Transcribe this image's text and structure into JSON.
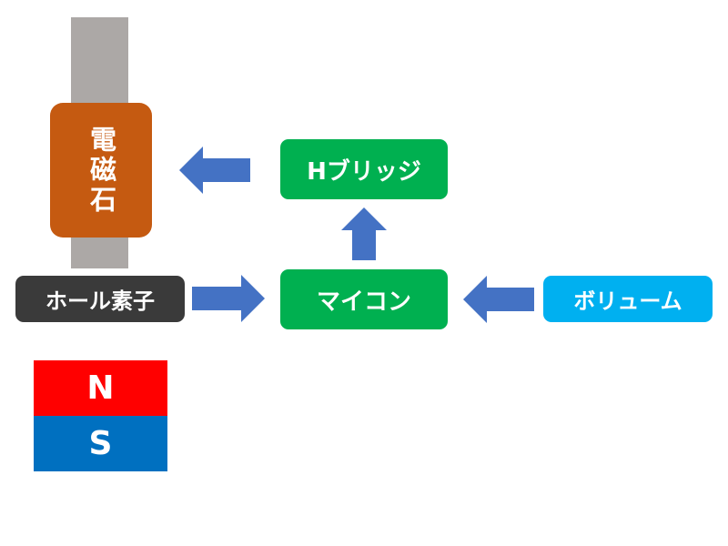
{
  "colors": {
    "core": "#aca8a6",
    "electromagnet": "#c55a11",
    "block_green": "#00b050",
    "hall_dark": "#3a3a3a",
    "volume_cyan": "#00b0f0",
    "north_red": "#ff0000",
    "south_blue": "#0070c0",
    "arrow_blue": "#4472c4"
  },
  "blocks": {
    "electromagnet": "電磁石",
    "hbridge": "Hブリッジ",
    "mcu": "マイコン",
    "hall_sensor": "ホール素子",
    "volume": "ボリューム"
  },
  "magnet": {
    "north": "N",
    "south": "S"
  },
  "arrows": [
    {
      "from": "hall_sensor",
      "to": "mcu"
    },
    {
      "from": "volume",
      "to": "mcu"
    },
    {
      "from": "mcu",
      "to": "hbridge"
    },
    {
      "from": "hbridge",
      "to": "electromagnet"
    }
  ]
}
